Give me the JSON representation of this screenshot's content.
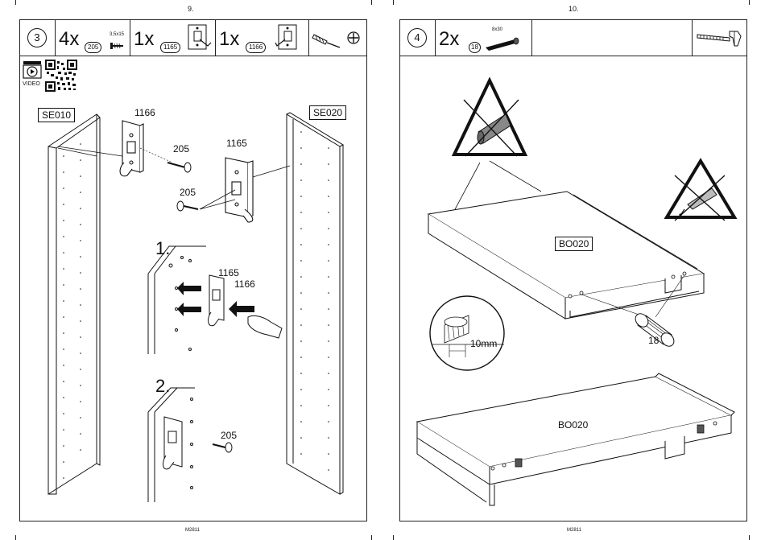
{
  "pages": {
    "left": {
      "page_number": "9.",
      "step": "3",
      "parts": [
        {
          "qty": "4x",
          "code": "205",
          "spec": "3,5x15"
        },
        {
          "qty": "1x",
          "code": "1165"
        },
        {
          "qty": "1x",
          "code": "1166"
        }
      ],
      "tools": [
        "screwdriver-icon",
        "phillips-head-icon"
      ],
      "video_label": "VIDEO",
      "panel_left": "SE010",
      "panel_right": "SE020",
      "labels": {
        "hook_1166": "1166",
        "screw_205_a": "205",
        "hook_1165": "1165",
        "screw_205_b": "205",
        "sub_1_1165": "1165",
        "sub_1_1166": "1166",
        "sub_2_205": "205"
      },
      "substeps": [
        "1.",
        "2."
      ],
      "footer": "M2811"
    },
    "right": {
      "page_number": "10.",
      "step": "4",
      "parts": [
        {
          "qty": "2x",
          "code": "18",
          "spec": "8x30"
        }
      ],
      "tools": [
        "hammer-icon"
      ],
      "board_label_top": "BO020",
      "board_label_bottom": "BO020",
      "dowel_label": "18",
      "dowel_depth": "10mm",
      "footer": "M2811"
    }
  },
  "colors": {
    "line": "#111111",
    "background": "#ffffff"
  }
}
